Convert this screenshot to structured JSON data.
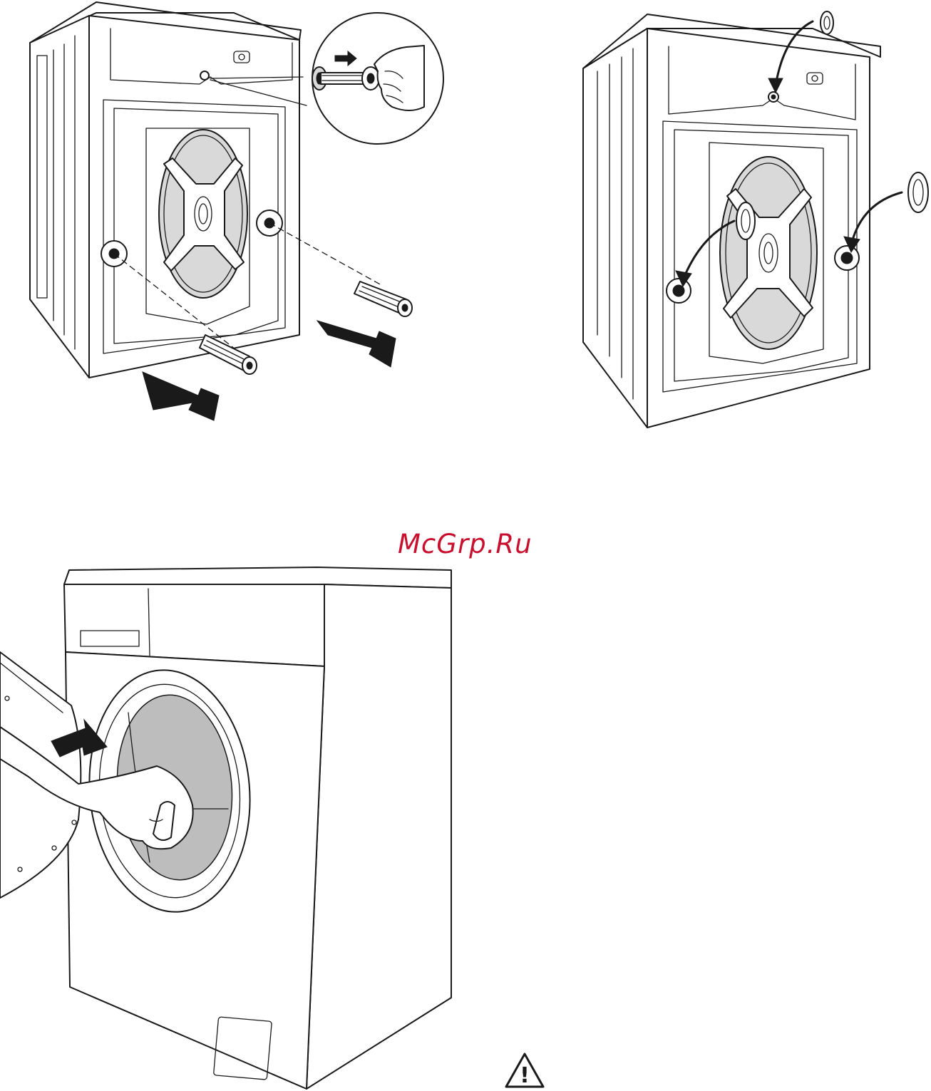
{
  "watermark": {
    "text": "McGrp.Ru",
    "color": "#c8102e"
  },
  "figures": [
    {
      "id": "fig-back-left",
      "icon": "washing-machine-rear-bolts-removal"
    },
    {
      "id": "fig-back-right",
      "icon": "washing-machine-rear-caps-insertion"
    },
    {
      "id": "fig-front",
      "icon": "washing-machine-front-drum-check"
    }
  ],
  "warning": {
    "icon": "warning-triangle-icon",
    "symbol": "!"
  },
  "colors": {
    "line": "#1a1a1a",
    "fill_grey": "#d9d9d9",
    "drum_grey": "#bdbdbd"
  }
}
